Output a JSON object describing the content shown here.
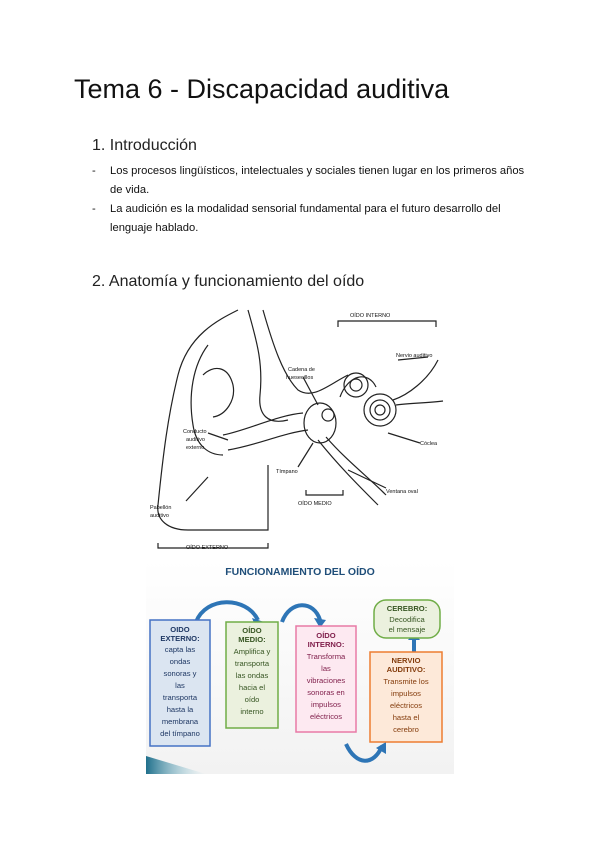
{
  "title": "Tema 6 - Discapacidad auditiva",
  "section1": {
    "heading": "1. Introducción",
    "bullets": [
      "Los procesos lingüísticos, intelectuales y sociales tienen lugar en los primeros años de vida.",
      "La audición es la modalidad sensorial fundamental para el futuro desarrollo del lenguaje hablado."
    ]
  },
  "section2": {
    "heading": "2. Anatomía y funcionamiento del oído"
  },
  "ear_diagram": {
    "labels": {
      "oido_interno": "OÍDO INTERNO",
      "nervio": "Nervio auditivo",
      "cadena1": "Cadena de",
      "cadena2": "huesecillos",
      "conducto1": "Conducto",
      "conducto2": "auditivo",
      "conducto3": "externo",
      "timpano": "Tímpano",
      "coclea": "Cóclea",
      "ventana": "Ventana oval",
      "oido_medio": "OÍDO MEDIO",
      "pabellon1": "Pabellón",
      "pabellon2": "auditivo",
      "oido_externo": "OÍDO EXTERNO"
    }
  },
  "funcionamiento": {
    "title": "FUNCIONAMIENTO DEL OÍDO",
    "box1_title1": "OIDO",
    "box1_title2": "EXTERNO:",
    "box1_body": [
      "capta las",
      "ondas",
      "sonoras y",
      "las",
      "transporta",
      "hasta la",
      "membrana",
      "del tímpano"
    ],
    "box2_title1": "OÍDO",
    "box2_title2": "MEDIO:",
    "box2_body": [
      "Amplifica y",
      "transporta",
      "las ondas",
      "hacia el",
      "oído",
      "interno"
    ],
    "box3_title1": "OÍDO",
    "box3_title2": "INTERNO:",
    "box3_body": [
      "Transforma",
      "las",
      "vibraciones",
      "sonoras en",
      "impulsos",
      "eléctricos"
    ],
    "box4_title1": "NERVIO",
    "box4_title2": "AUDITIVO:",
    "box4_body": [
      "Transmite los",
      "impulsos",
      "eléctricos",
      "hasta el",
      "cerebro"
    ],
    "box5_title": "CEREBRO:",
    "box5_body": [
      "Decodifica",
      "el mensaje"
    ]
  },
  "colors": {
    "title_blue": "#1f4e79",
    "box_blue": "#4472c4",
    "box_green": "#70ad47",
    "box_pink": "#e87aa6",
    "box_orange": "#ed7d31",
    "arrow_blue": "#2e75b6"
  }
}
